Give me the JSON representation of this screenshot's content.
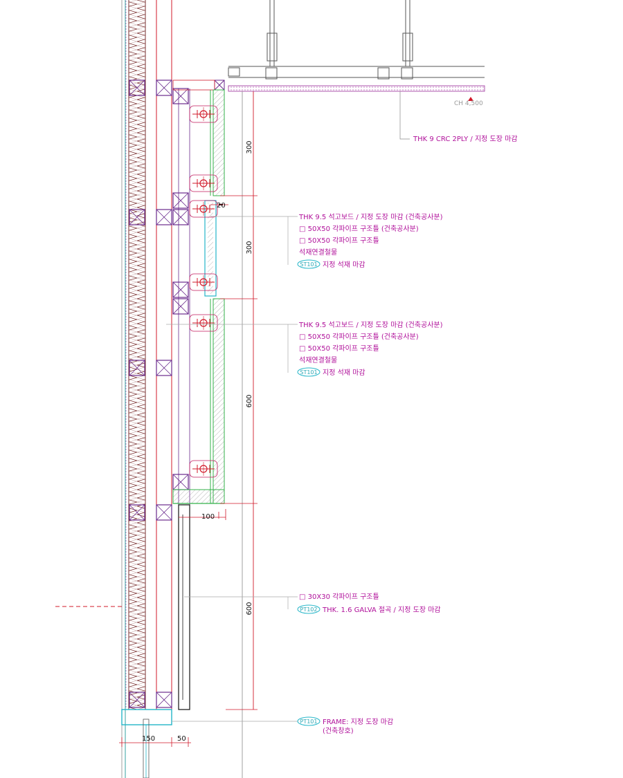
{
  "ceiling": {
    "label": "THK 9 CRC 2PLY / 지정 도장 마감",
    "level_mark": "CH 4,500"
  },
  "callout_upper": {
    "lines": [
      "THK 9.5 석고보드 / 지정 도장 마감 (건축공사분)",
      "□ 50X50 각파이프 구조틀 (건축공사분)",
      "□ 50X50 각파이프 구조틀",
      "석재연결철물"
    ],
    "tag": "ST101",
    "tag_text": "지정 석재 마감"
  },
  "callout_middle": {
    "lines": [
      "THK 9.5 석고보드 / 지정 도장 마감 (건축공사분)",
      "□ 50X50 각파이프 구조틀 (건축공사분)",
      "□ 50X50 각파이프 구조틀",
      "석재연결철물"
    ],
    "tag": "ST101",
    "tag_text": "지정 석재 마감"
  },
  "callout_lower": {
    "lines": [
      "□ 30X30 각파이프 구조틀"
    ],
    "tag": "PT102",
    "tag_text": "THK. 1.6 GALVA 절곡 / 지정 도장 마감"
  },
  "callout_frame": {
    "tag": "PT101",
    "line1": "FRAME: 지정 도장 마감",
    "line2": "(건축창호)"
  },
  "dimensions": {
    "v1": "300",
    "v2": "300",
    "v3": "600",
    "v4": "600",
    "reveal": "20",
    "h_offset": "100",
    "h_base1": "150",
    "h_base2": "50"
  },
  "colors": {
    "structure": "#6a2a8c",
    "dimension": "#d1192a",
    "annotation": "#b0109a",
    "stone": "#33b24a",
    "glass": "#22b5c8",
    "insulation": "#8a3a3a"
  }
}
